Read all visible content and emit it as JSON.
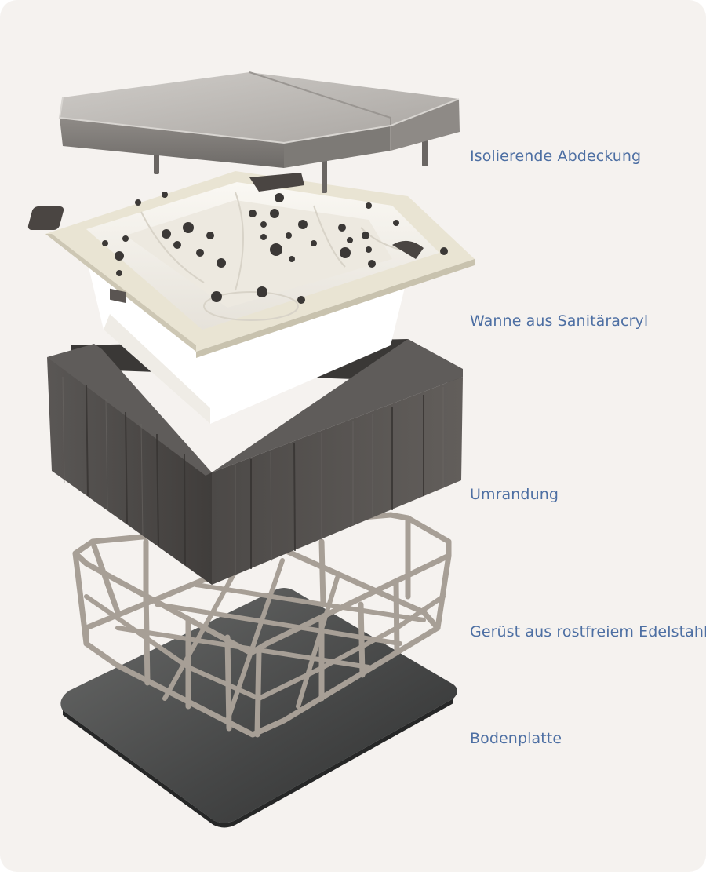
{
  "labels": {
    "cover": "Isolierende Abdeckung",
    "shell": "Wanne aus Sanitäracryl",
    "skirt": "Umrandung",
    "frame": "Gerüst aus rostfreiem Edelstahl",
    "base": "Bodenplatte"
  },
  "colors": {
    "background": "#f5f2ef",
    "label_text": "#4d6fa3",
    "cover": "#a7a39f",
    "shell": "#f3f0e8",
    "skirt": "#4e4b49",
    "frame": "#a79f96",
    "base": "#4a4b4b"
  }
}
